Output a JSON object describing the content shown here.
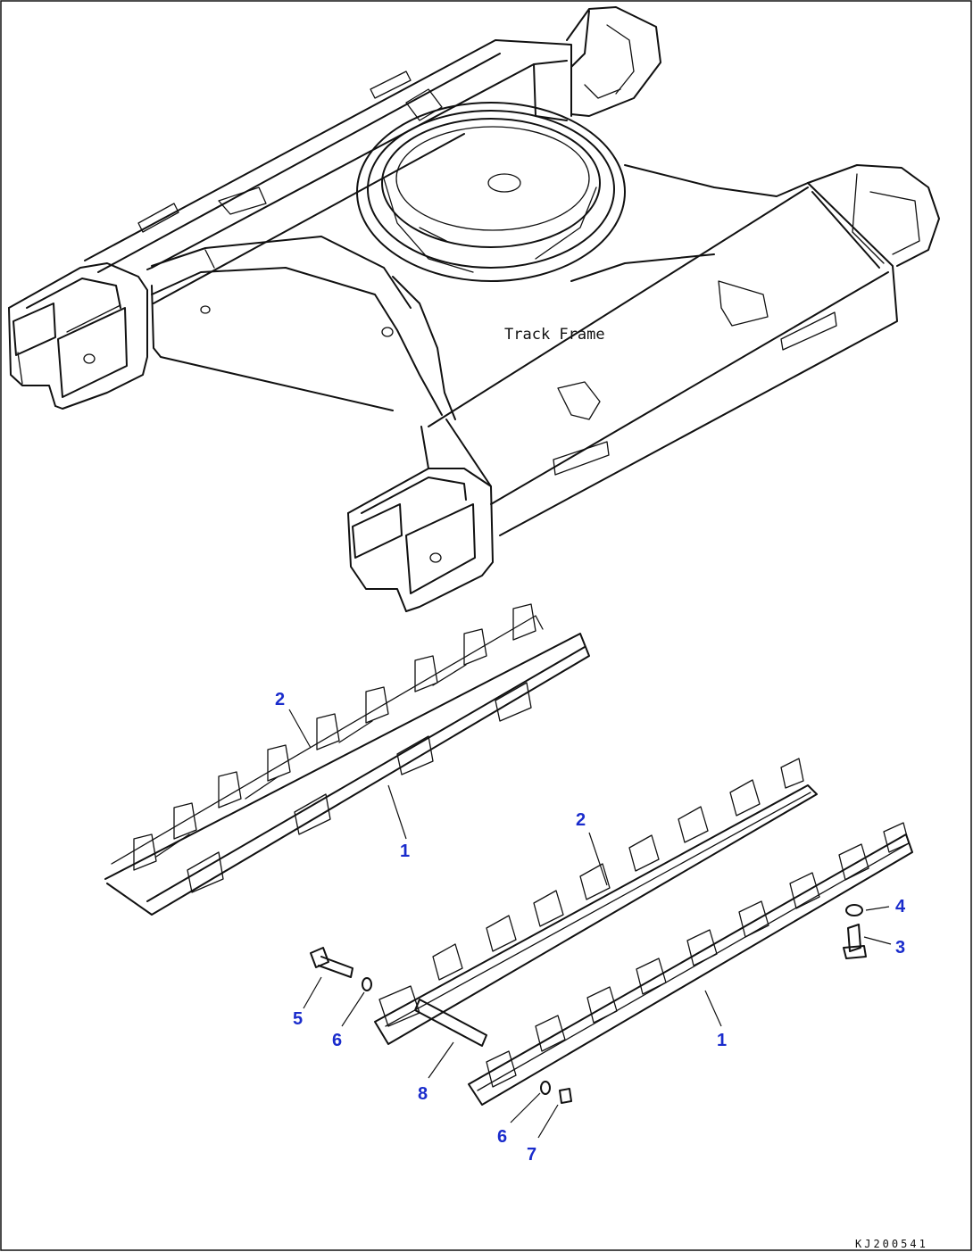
{
  "diagram": {
    "frame_label": "Track Frame",
    "drawing_code": "KJ200541",
    "callout_color": "#1a2ccc",
    "callouts": [
      "2",
      "1",
      "2",
      "4",
      "3",
      "1",
      "5",
      "6",
      "8",
      "6",
      "7"
    ]
  }
}
